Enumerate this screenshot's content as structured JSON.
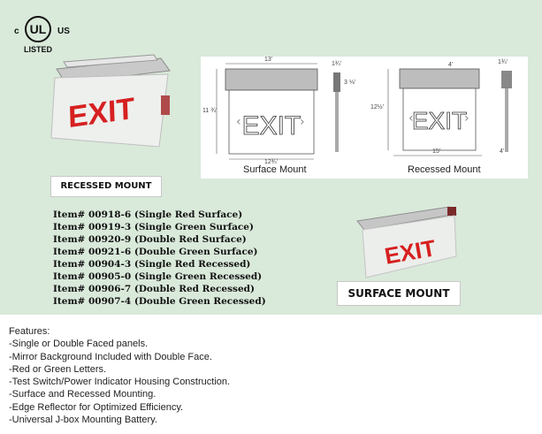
{
  "certification": {
    "c": "c",
    "ul": "UL",
    "us": "US",
    "listed": "LISTED"
  },
  "photos": {
    "sign_text": "EXIT",
    "recessed_caption": "RECESSED MOUNT",
    "surface_caption": "SURFACE MOUNT",
    "letter_color": "#d62020"
  },
  "diagram": {
    "surface_label": "Surface Mount",
    "recessed_label": "Recessed Mount",
    "sign_text": "EXIT",
    "dims": {
      "surface_width": "13'",
      "surface_height": "11 ¾'",
      "surface_inner_width": "12¾'",
      "surface_side_top": "1¾'",
      "surface_side_height": "3 ⅛'",
      "recessed_top": "4'",
      "recessed_height": "12½'",
      "recessed_width": "15'",
      "recessed_side_top": "1¾'",
      "recessed_side_bottom": "4'"
    }
  },
  "items": [
    "Item# 00918-6 (Single Red Surface)",
    "Item# 00919-3 (Single Green Surface)",
    "Item# 00920-9 (Double Red Surface)",
    "Item# 00921-6 (Double Green Surface)",
    "Item# 00904-3 (Single Red Recessed)",
    "Item# 00905-0 (Single Green Recessed)",
    "Item# 00906-7 (Double Red Recessed)",
    "Item# 00907-4 (Double Green Recessed)"
  ],
  "features": {
    "heading": "Features:",
    "list": [
      "-Single or Double Faced panels.",
      "-Mirror Background Included with Double Face.",
      "-Red or Green Letters.",
      "-Test Switch/Power Indicator Housing Construction.",
      "-Surface and Recessed Mounting.",
      "-Edge Reflector for Optimized Efficiency.",
      "-Universal J-box Mounting Battery."
    ]
  }
}
